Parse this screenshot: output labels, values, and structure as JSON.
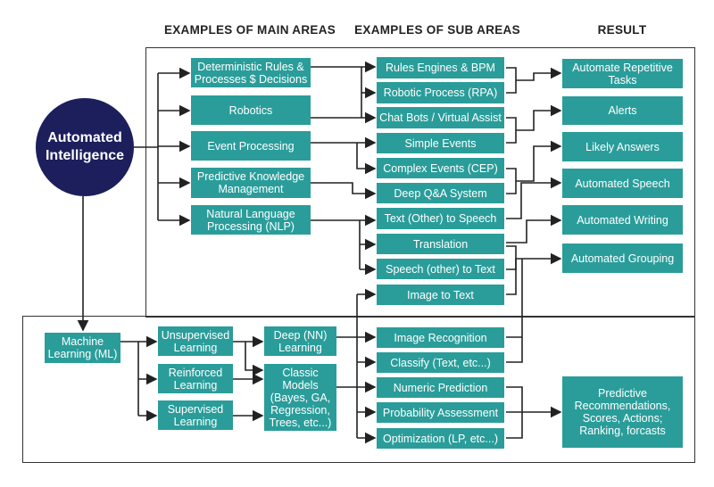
{
  "headers": {
    "main": "EXAMPLES OF MAIN AREAS",
    "sub": "EXAMPLES OF SUB AREAS",
    "result": "RESULT"
  },
  "center": "Automated Intelligence",
  "main_areas": [
    "Deterministic Rules & Processes $ Decisions",
    "Robotics",
    "Event Processing",
    "Predictive Knowledge Management",
    "Natural Language Processing (NLP)"
  ],
  "sub_areas": [
    "Rules Engines & BPM",
    "Robotic Process (RPA)",
    "Chat Bots / Virtual Assist",
    "Simple Events",
    "Complex Events (CEP)",
    "Deep Q&A System",
    "Text (Other) to Speech",
    "Translation",
    "Speech (other) to Text",
    "Image to Text"
  ],
  "results": [
    "Automate Repetitive Tasks",
    "Alerts",
    "Likely Answers",
    "Automated Speech",
    "Automated Writing",
    "Automated Grouping"
  ],
  "ml": {
    "root": "Machine Learning (ML)",
    "types": [
      "Unsupervised Learning",
      "Reinforced Learning",
      "Supervised Learning"
    ],
    "models": [
      "Deep (NN) Learning",
      "Classic Models (Bayes, GA, Regression, Trees, etc...)"
    ],
    "sub_areas": [
      "Image Recognition",
      "Classify (Text, etc...)",
      "Numeric Prediction",
      "Probability Assessment",
      "Optimization (LP, etc...)"
    ],
    "result": "Predictive Recommendations, Scores, Actions; Ranking, forcasts"
  },
  "colors": {
    "teal": "#2a9d9a",
    "navy": "#1c1f5c"
  }
}
